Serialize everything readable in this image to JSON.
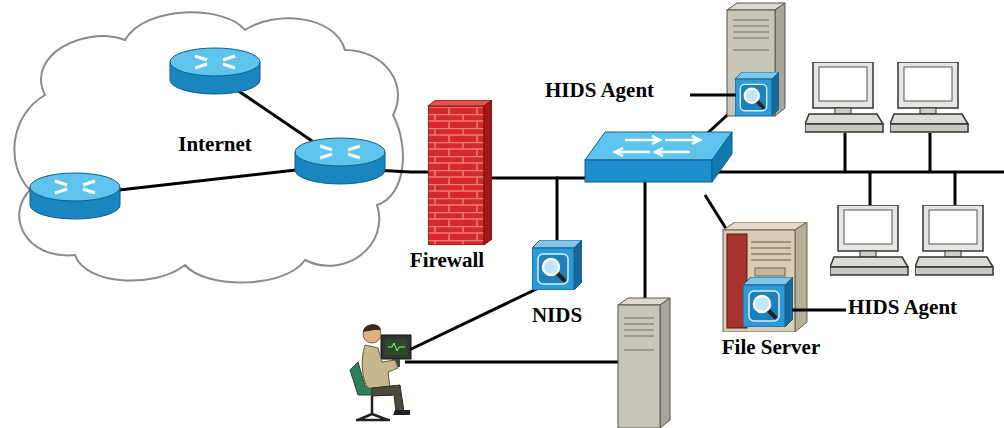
{
  "diagram": {
    "nodes": [
      {
        "text": [
          "Internet"
        ]
      },
      {
        "text": [
          "Firewall"
        ]
      },
      {
        "text": [
          "NIDS"
        ]
      },
      {
        "text": [
          "HIDS Agent"
        ]
      },
      {
        "text": [
          "File Server"
        ]
      },
      {
        "text": [
          "HIDS Agent"
        ],
        "in": 4
      }
    ],
    "edges": [
      {
        "from": 0,
        "to": 1,
        "arrow": "none"
      },
      {
        "from": 1,
        "to": 2,
        "arrow": "none"
      }
    ]
  }
}
